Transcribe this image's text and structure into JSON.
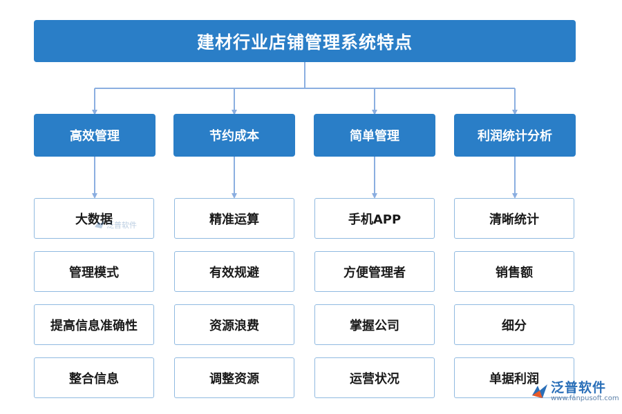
{
  "title": "建材行业店铺管理系统特点",
  "categories": [
    {
      "label": "高效管理",
      "items": [
        "大数据",
        "管理模式",
        "提高信息准确性",
        "整合信息"
      ]
    },
    {
      "label": "节约成本",
      "items": [
        "精准运算",
        "有效规避",
        "资源浪费",
        "调整资源"
      ]
    },
    {
      "label": "简单管理",
      "items": [
        "手机APP",
        "方便管理者",
        "掌握公司",
        "运营状况"
      ]
    },
    {
      "label": "利润统计分析",
      "items": [
        "清晰统计",
        "销售额",
        "细分",
        "单据利润"
      ]
    }
  ],
  "watermark": {
    "name": "泛普软件",
    "url": "www.fanpusoft.com"
  },
  "colors": {
    "primary": "#2a7ec7",
    "connector": "#8aaee0",
    "item_border": "#8fb9e0"
  }
}
